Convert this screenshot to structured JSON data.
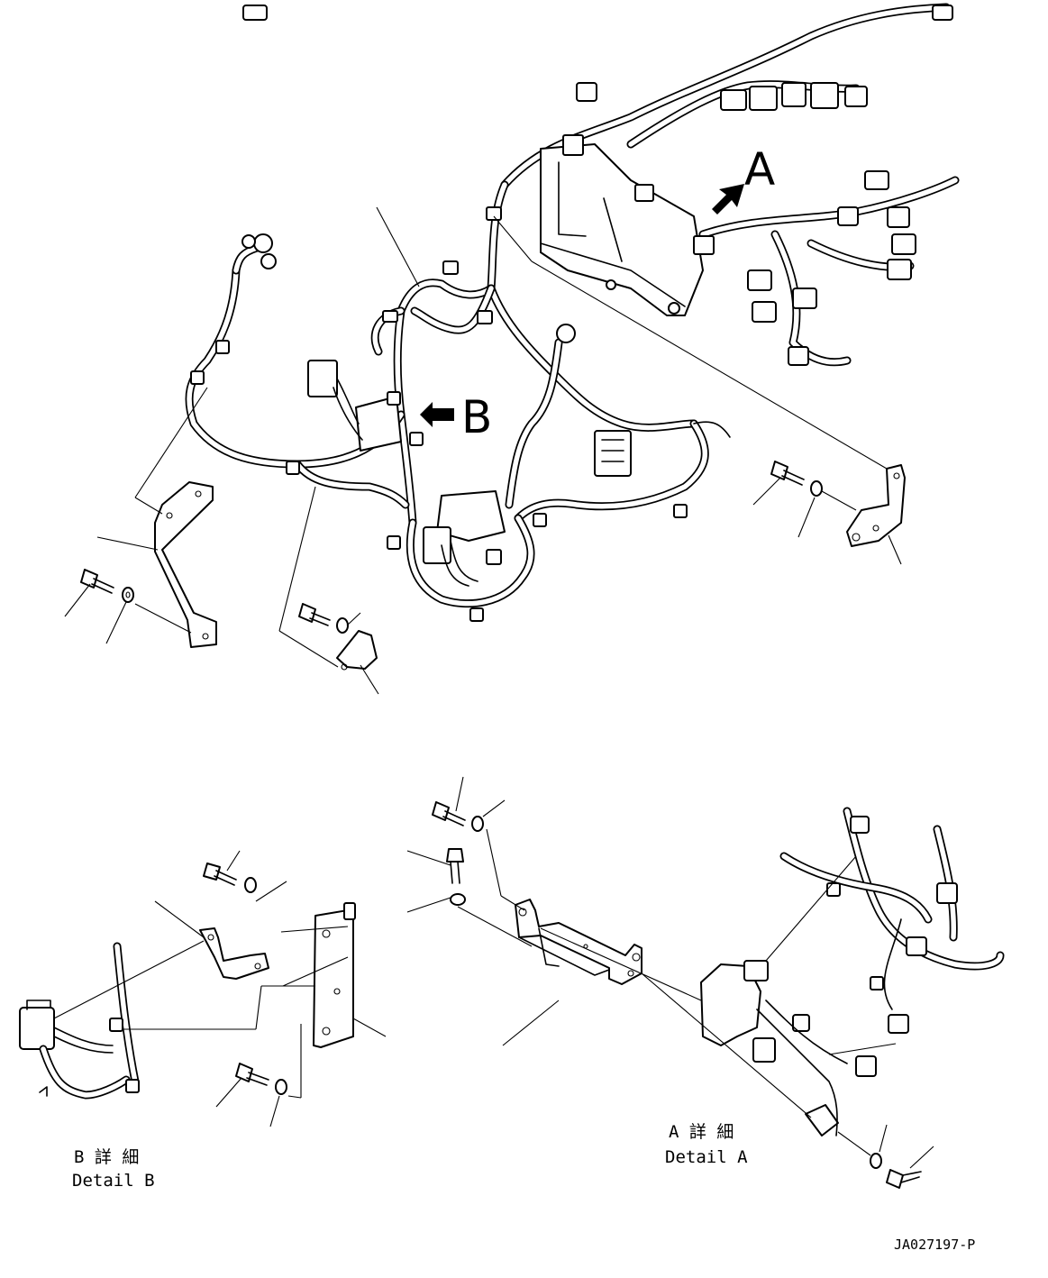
{
  "callouts": {
    "view_a": "A",
    "view_b": "B"
  },
  "captions": {
    "detail_b_jp": "B 詳 細",
    "detail_b_en": "Detail B",
    "detail_a_jp": "A 詳 細",
    "detail_a_en": "Detail A"
  },
  "drawing_number": "JA027197-P"
}
